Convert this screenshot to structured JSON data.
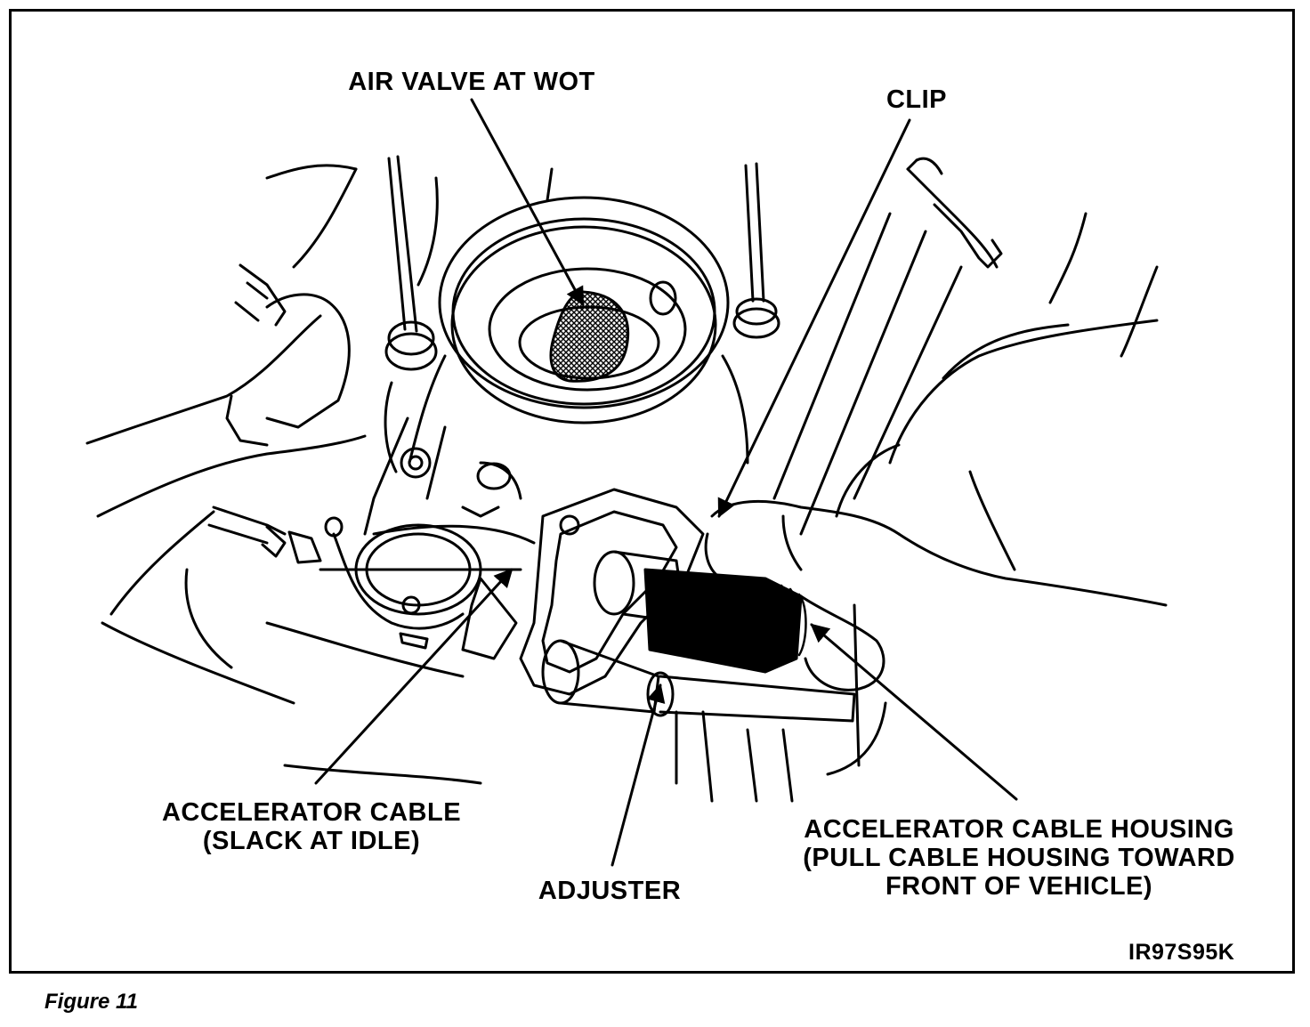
{
  "figure": {
    "caption": "Figure 11",
    "code": "IR97S95K",
    "callouts": {
      "air_valve": "AIR VALVE AT WOT",
      "clip": "CLIP",
      "accel_cable_l1": "ACCELERATOR CABLE",
      "accel_cable_l2": "(SLACK AT IDLE)",
      "adjuster": "ADJUSTER",
      "housing_l1": "ACCELERATOR CABLE HOUSING",
      "housing_l2": "(PULL CABLE HOUSING TOWARD",
      "housing_l3": "FRONT OF VEHICLE)"
    }
  },
  "colors": {
    "ink": "#000000",
    "paper": "#ffffff"
  }
}
